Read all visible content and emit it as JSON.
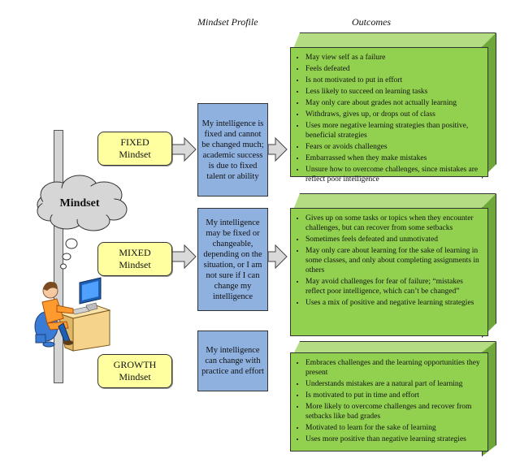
{
  "headers": {
    "profile": "Mindset Profile",
    "outcomes": "Outcomes"
  },
  "cloud": {
    "label": "Mindset"
  },
  "rows": [
    {
      "mindset_line1": "FIXED",
      "mindset_line2": "Mindset",
      "profile": "My intelligence is fixed and cannot be changed much; academic success is due to fixed talent or ability",
      "outcomes": [
        "May view self as a failure",
        "Feels defeated",
        "Is not motivated to put in effort",
        "Less likely to succeed  on learning tasks",
        "May only care about grades  not actually learning",
        "Withdraws, gives up, or drops out of class",
        "Uses more negative learning strategies than positive, beneficial strategies",
        "Fears or avoids challenges",
        "Embarrassed  when they make mistakes",
        "Unsure how to overcome challenges,  since mistakes are reflect poor intelligence"
      ]
    },
    {
      "mindset_line1": "MIXED",
      "mindset_line2": "Mindset",
      "profile": "My intelligence may be fixed or changeable, depending on the situation, or I am not sure if I can change my intelligence",
      "outcomes": [
        "Gives up on some tasks or topics when they encounter challenges, but can recover from some setbacks",
        "Sometimes feels defeated  and unmotivated",
        "May only care about learning for the sake of learning in some classes, and only about completing assignments in others",
        "May avoid challenges for fear of failure; “mistakes reflect poor intelligence, which can’t be changed”",
        "Uses a mix of positive and negative learning strategies"
      ]
    },
    {
      "mindset_line1": "GROWTH",
      "mindset_line2": "Mindset",
      "profile": "My intelligence can change with practice and effort",
      "outcomes": [
        "Embraces challenges and the learning opportunities they present",
        "Understands mistakes are a natural part of learning",
        "Is motivated to put in time and effort",
        "More likely to overcome challenges and  recover from setbacks like bad grades",
        "Motivated to learn for the sake of learning",
        "Uses more positive than negative learning strategies"
      ]
    }
  ],
  "colors": {
    "mindset_fill": "#ffffa0",
    "profile_fill": "#8fb1e0",
    "outcome_fill": "#92d050",
    "arrow_fill": "#d9d9d9"
  }
}
